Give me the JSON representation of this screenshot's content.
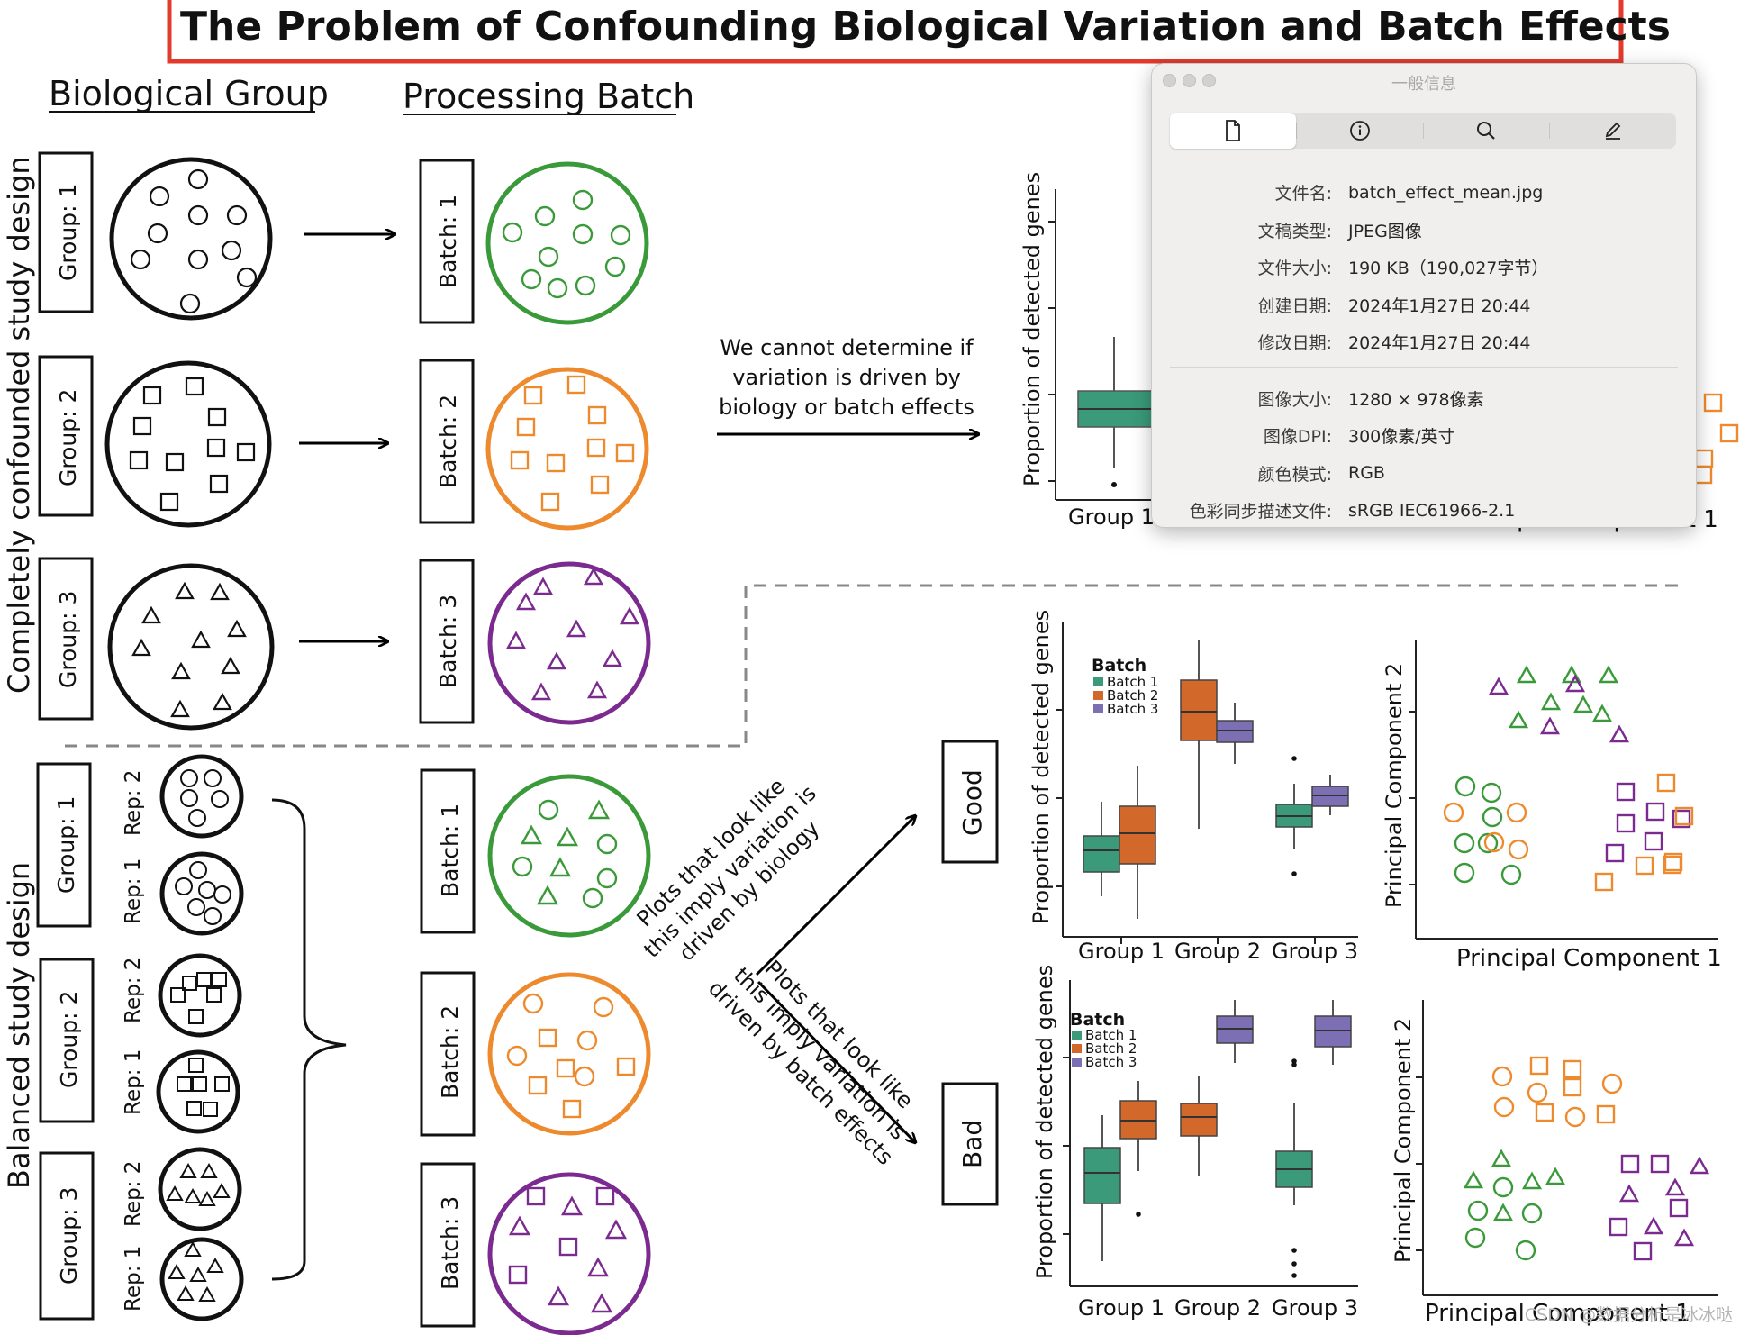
{
  "figure": {
    "title": "The Problem of Confounding Biological Variation and Batch Effects",
    "headers": {
      "biological_group": "Biological Group",
      "processing_batch": "Processing Batch"
    },
    "side_labels": {
      "confounded": "Completely confounded study design",
      "balanced": "Balanced study design"
    },
    "group_labels": [
      "Group: 1",
      "Group: 2",
      "Group: 3"
    ],
    "batch_labels": [
      "Batch: 1",
      "Batch: 2",
      "Batch: 3"
    ],
    "rep_labels": [
      "Rep: 2",
      "Rep: 1"
    ],
    "cannot_determine": [
      "We cannot determine if",
      "variation is driven by",
      "biology or batch effects"
    ],
    "good_label": "Good",
    "bad_label": "Bad",
    "good_arrow_text": [
      "Plots that look like",
      "this imply variation is",
      "driven by biology"
    ],
    "bad_arrow_text": [
      "Plots that look like",
      "this imply variation is",
      "driven by batch effects"
    ],
    "boxplot_ylabel": "Proportion of detected genes",
    "group_ticks": [
      "Group 1",
      "Group 2",
      "Group 3"
    ],
    "legend_title": "Batch",
    "legend_items": [
      "Batch 1",
      "Batch 2",
      "Batch 3"
    ],
    "pca_xlabel": "Principal Component 1",
    "pca_ylabel": "Principal Component 2",
    "watermark": "CSDN @数据分析是冰冰哒",
    "colors": {
      "batch1": "#3a9a3a",
      "batch2": "#ee8a2e",
      "batch3": "#7b2a8f",
      "box1": "#3a9a7a",
      "box2": "#d2692a",
      "box3": "#7d6fb3",
      "title_border": "#e23b2e"
    }
  },
  "chart_data": [
    {
      "type": "box",
      "title": "",
      "xlabel": "",
      "ylabel": "Proportion of detected genes",
      "legend": {
        "title": "Batch",
        "items": [
          "Batch 1",
          "Batch 2",
          "Batch 3"
        ],
        "position": "top-left"
      },
      "categories": [
        "Group 1",
        "Group 2",
        "Group 3"
      ],
      "series": [
        {
          "name": "Batch 1",
          "groups": [
            "Group 1",
            "Group 3"
          ]
        },
        {
          "name": "Batch 2",
          "groups": [
            "Group 1",
            "Group 2"
          ]
        },
        {
          "name": "Batch 3",
          "groups": [
            "Group 2",
            "Group 3"
          ]
        }
      ],
      "note_label": "Good"
    },
    {
      "type": "scatter",
      "xlabel": "Principal Component 1",
      "ylabel": "Principal Component 2",
      "clusters": [
        {
          "shape": "triangle",
          "region": "top-center"
        },
        {
          "shape": "circle",
          "region": "bottom-left"
        },
        {
          "shape": "square",
          "region": "bottom-right"
        }
      ],
      "note_label": "Good"
    },
    {
      "type": "box",
      "xlabel": "",
      "ylabel": "Proportion of detected genes",
      "legend": {
        "title": "Batch",
        "items": [
          "Batch 1",
          "Batch 2",
          "Batch 3"
        ],
        "position": "top-left"
      },
      "categories": [
        "Group 1",
        "Group 2",
        "Group 3"
      ],
      "series": [
        {
          "name": "Batch 1",
          "groups": [
            "Group 1",
            "Group 3"
          ]
        },
        {
          "name": "Batch 2",
          "groups": [
            "Group 1",
            "Group 2"
          ]
        },
        {
          "name": "Batch 3",
          "groups": [
            "Group 2",
            "Group 3"
          ]
        }
      ],
      "note_label": "Bad"
    },
    {
      "type": "scatter",
      "xlabel": "Principal Component 1",
      "ylabel": "Principal Component 2",
      "clusters": [
        {
          "shape": "square",
          "region": "top-center"
        },
        {
          "shape": "triangle",
          "region": "bottom-left"
        },
        {
          "shape": "square",
          "region": "bottom-right"
        }
      ],
      "note_label": "Bad"
    }
  ],
  "info_window": {
    "title": "一般信息",
    "tabs": [
      {
        "icon": "document-icon"
      },
      {
        "icon": "info-icon"
      },
      {
        "icon": "search-icon"
      },
      {
        "icon": "pencil-icon"
      }
    ],
    "rows_top": [
      {
        "label": "文件名:",
        "value": "batch_effect_mean.jpg"
      },
      {
        "label": "文稿类型:",
        "value": "JPEG图像"
      },
      {
        "label": "文件大小:",
        "value": "190 KB（190,027字节）"
      },
      {
        "label": "创建日期:",
        "value": "2024年1月27日 20:44"
      },
      {
        "label": "修改日期:",
        "value": "2024年1月27日 20:44"
      }
    ],
    "rows_bottom": [
      {
        "label": "图像大小:",
        "value": "1280 × 978像素"
      },
      {
        "label": "图像DPI:",
        "value": "300像素/英寸"
      },
      {
        "label": "颜色模式:",
        "value": "RGB"
      },
      {
        "label": "色彩同步描述文件:",
        "value": "sRGB IEC61966-2.1"
      }
    ]
  }
}
